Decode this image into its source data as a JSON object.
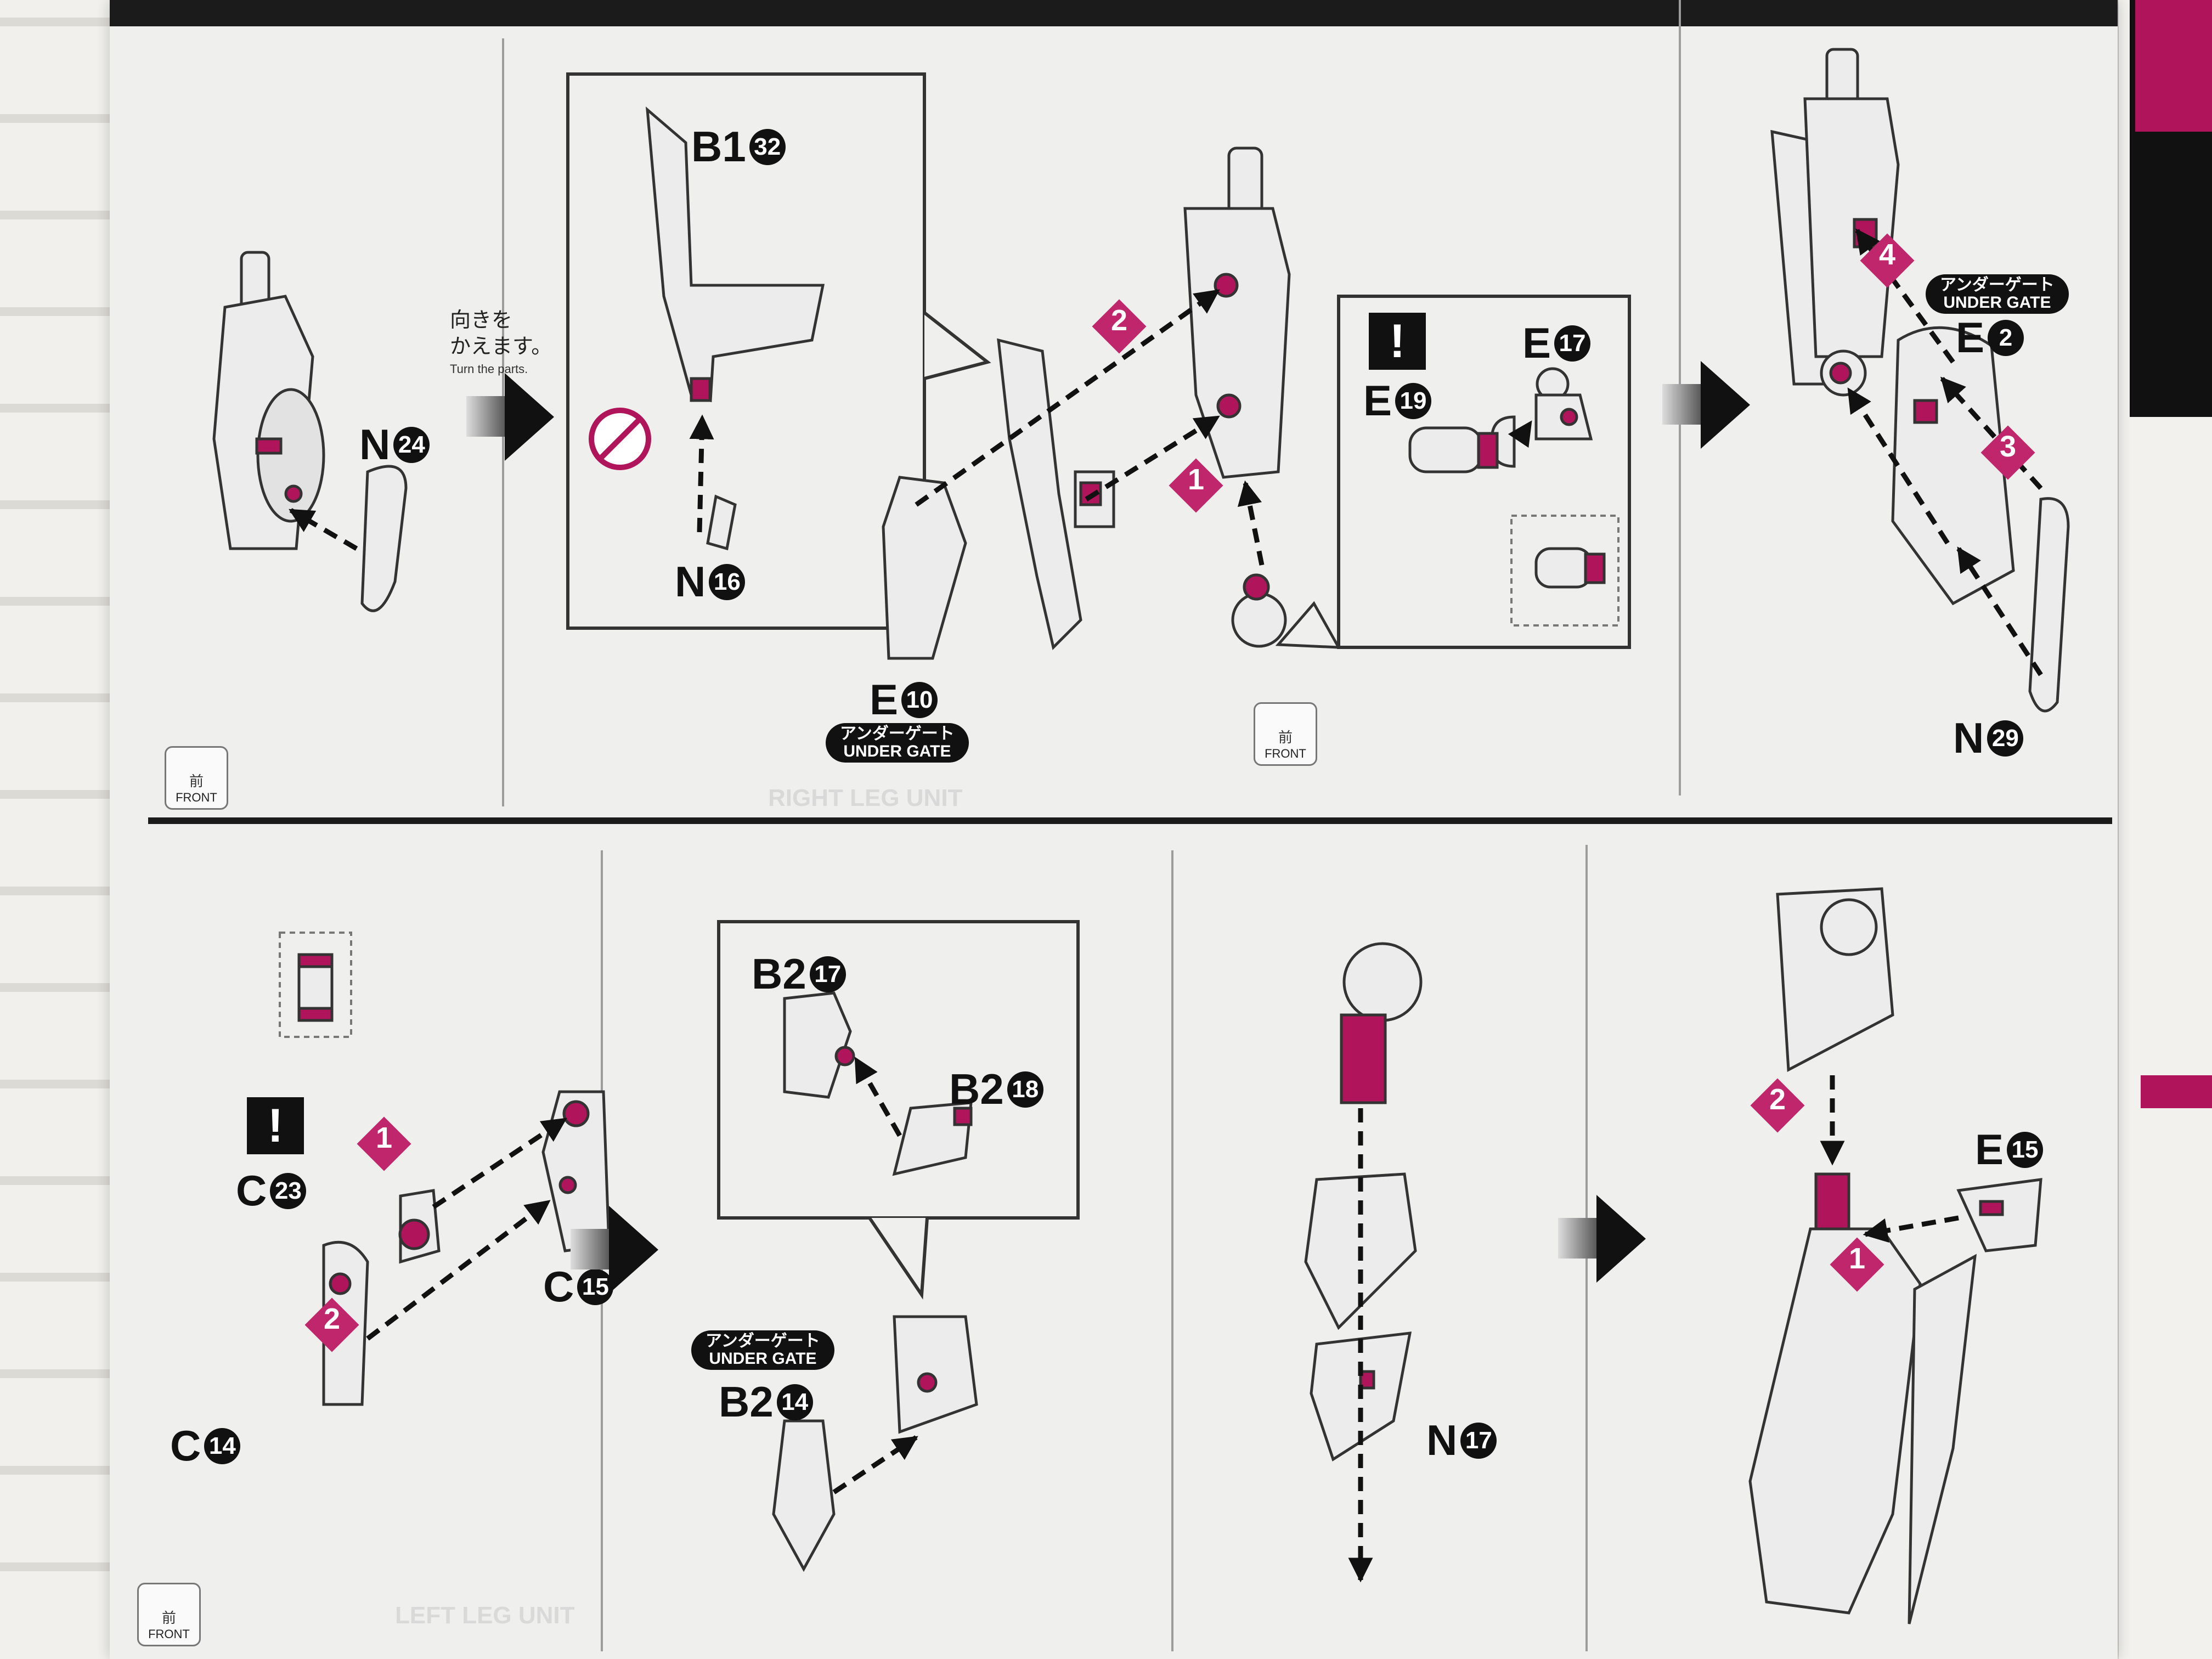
{
  "top_row": {
    "panel1": {
      "part": "N",
      "num": "24"
    },
    "note": {
      "jp_line1": "向きを",
      "jp_line2": "かえます。",
      "en": "Turn the parts."
    },
    "panel2": {
      "inset_parts": [
        {
          "part": "B1",
          "num": "32"
        },
        {
          "part": "N",
          "num": "16"
        }
      ],
      "part_e10": {
        "part": "E",
        "num": "10"
      },
      "step_marks": [
        "2",
        "1"
      ],
      "inset_right_parts": [
        {
          "part": "E",
          "num": "17"
        },
        {
          "part": "E",
          "num": "19"
        }
      ]
    },
    "panel3": {
      "part_e2": {
        "part": "E",
        "num": "2"
      },
      "part_n29": {
        "part": "N",
        "num": "29"
      },
      "step_marks": [
        "4",
        "3"
      ]
    }
  },
  "bottom_row": {
    "panel1": {
      "parts": [
        {
          "part": "C",
          "num": "23"
        },
        {
          "part": "C",
          "num": "15"
        },
        {
          "part": "C",
          "num": "14"
        }
      ],
      "step_marks": [
        "1",
        "2"
      ]
    },
    "panel2": {
      "inset_parts": [
        {
          "part": "B2",
          "num": "17"
        },
        {
          "part": "B2",
          "num": "18"
        }
      ],
      "part_b214": {
        "part": "B2",
        "num": "14"
      }
    },
    "panel3": {
      "part": "N",
      "num": "17"
    },
    "panel4": {
      "part": "E",
      "num": "15",
      "step_marks": [
        "2",
        "1"
      ]
    }
  },
  "under_gate": {
    "jp": "アンダーゲート",
    "en": "UNDER GATE"
  },
  "front_icon": {
    "jp": "前",
    "en": "FRONT"
  },
  "ghost_text": {
    "right_leg": "RIGHT LEG UNIT",
    "left_leg": "LEFT LEG UNIT"
  },
  "colors": {
    "accent": "#b0145a",
    "ink": "#111111",
    "part_fill": "#ededed"
  }
}
